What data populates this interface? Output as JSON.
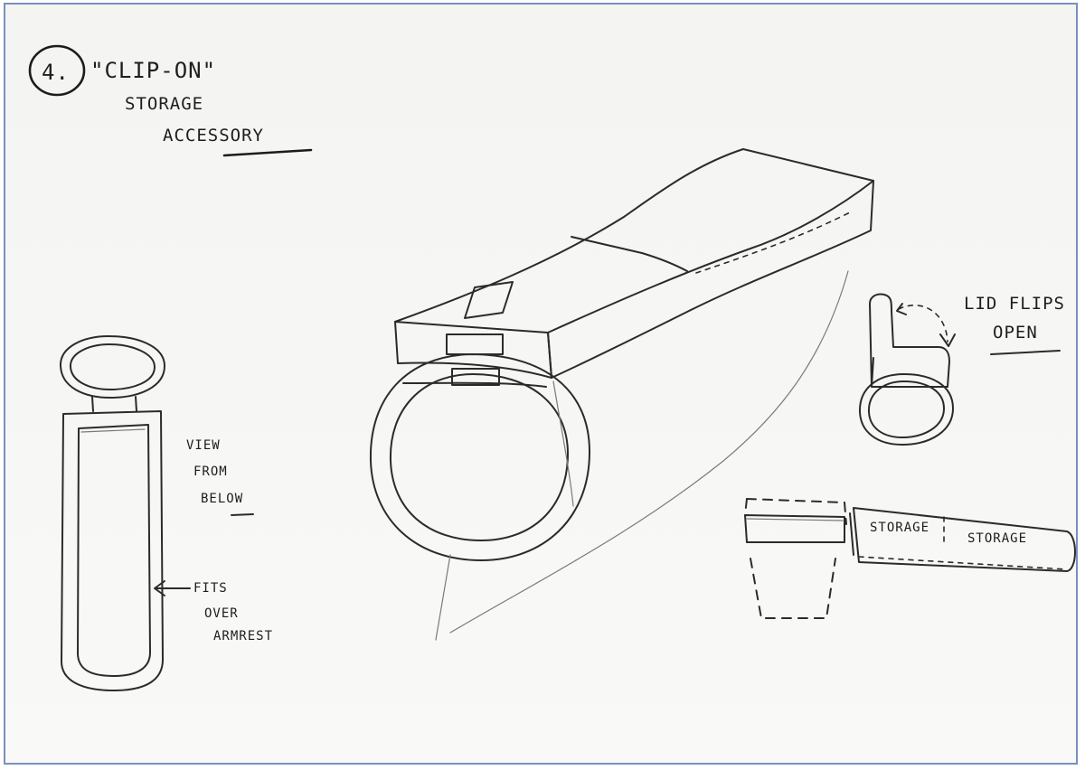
{
  "title": {
    "number": "4.",
    "line1": "\"CLIP-ON\"",
    "line2": "STORAGE",
    "line3": "ACCESSORY"
  },
  "labels": {
    "view_line1": "VIEW",
    "view_line2": "FROM",
    "view_line3": "BELOW",
    "fits_line1": "FITS",
    "fits_line2": "OVER",
    "fits_line3": "ARMREST",
    "lid_line1": "LID FLIPS",
    "lid_line2": "OPEN",
    "storage_left": "STORAGE",
    "storage_right": "STORAGE"
  },
  "colors": {
    "frame": "#7a8fbf",
    "ink": "#2b2b2b",
    "paper": "#f6f6f4"
  }
}
